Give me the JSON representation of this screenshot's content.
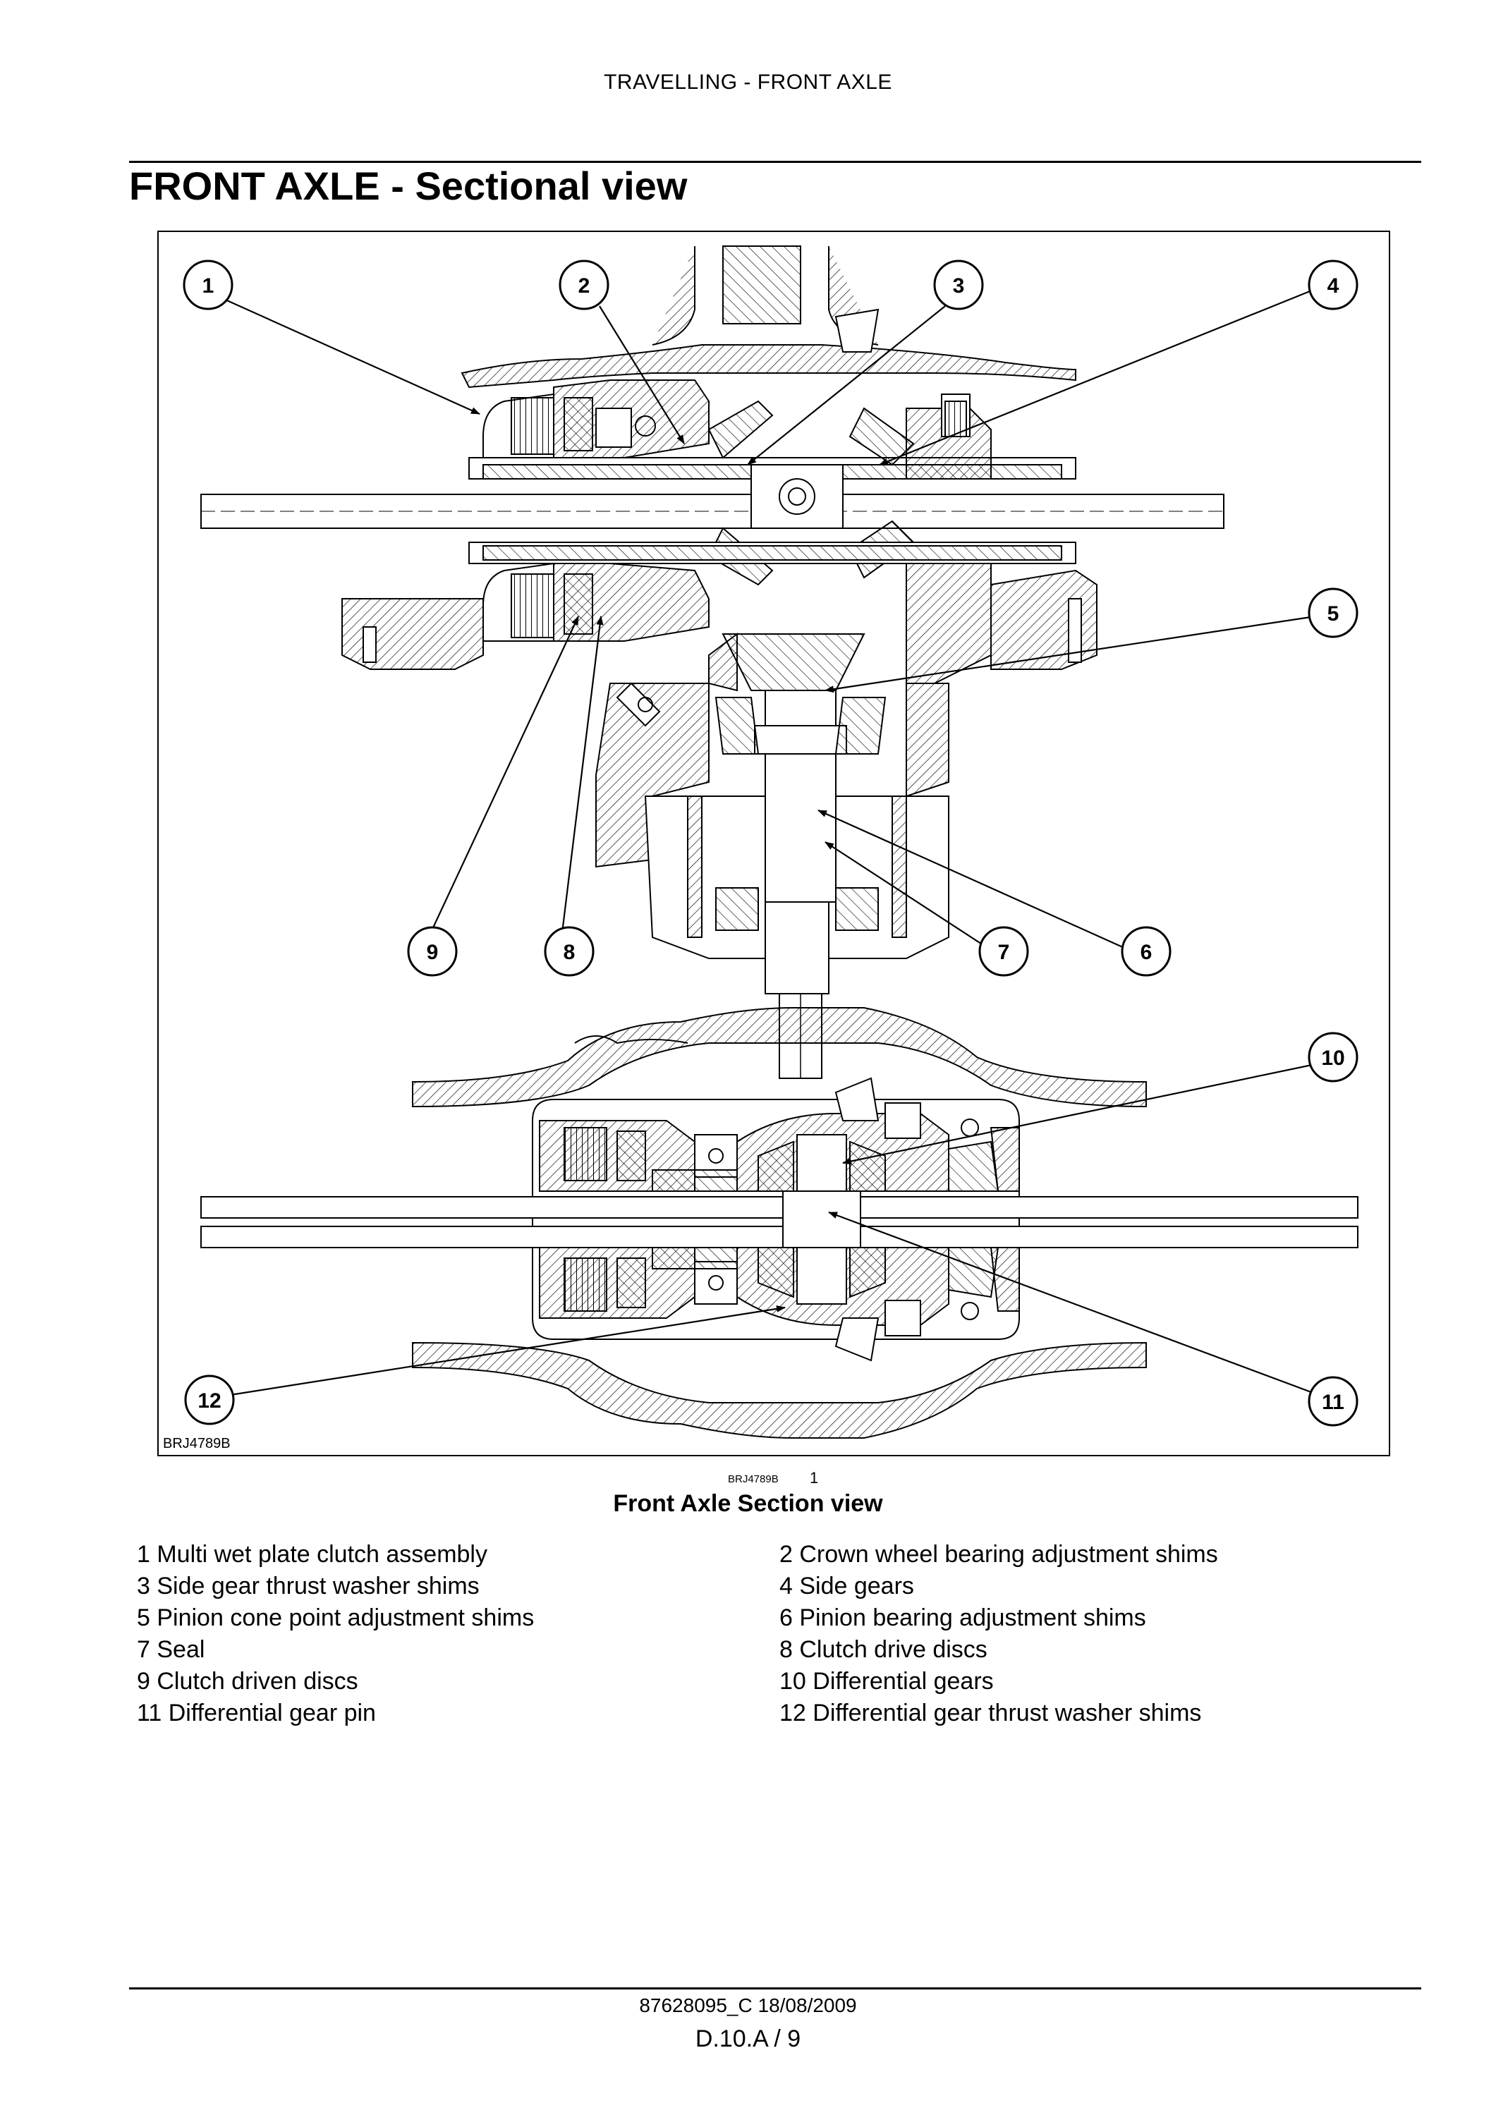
{
  "header": {
    "section": "TRAVELLING - FRONT AXLE"
  },
  "page_title": "FRONT AXLE - Sectional view",
  "figure": {
    "corner_code": "BRJ4789B",
    "ref_code": "BRJ4789B",
    "ref_number": "1",
    "caption": "Front Axle Section view",
    "callouts": [
      "1",
      "2",
      "3",
      "4",
      "5",
      "6",
      "7",
      "8",
      "9",
      "10",
      "11",
      "12"
    ]
  },
  "legend": {
    "left": [
      "1 Multi wet plate clutch assembly",
      "3 Side gear thrust washer shims",
      "5 Pinion cone point adjustment shims",
      "7 Seal",
      "9 Clutch driven discs",
      "11 Differential gear pin"
    ],
    "right": [
      "2 Crown wheel bearing adjustment shims",
      "4 Side gears",
      "6 Pinion bearing adjustment shims",
      "8 Clutch drive discs",
      "10 Differential gears",
      "12 Differential gear thrust washer shims"
    ]
  },
  "footer": {
    "doc_code": "87628095_C 18/08/2009",
    "page": "D.10.A / 9"
  }
}
